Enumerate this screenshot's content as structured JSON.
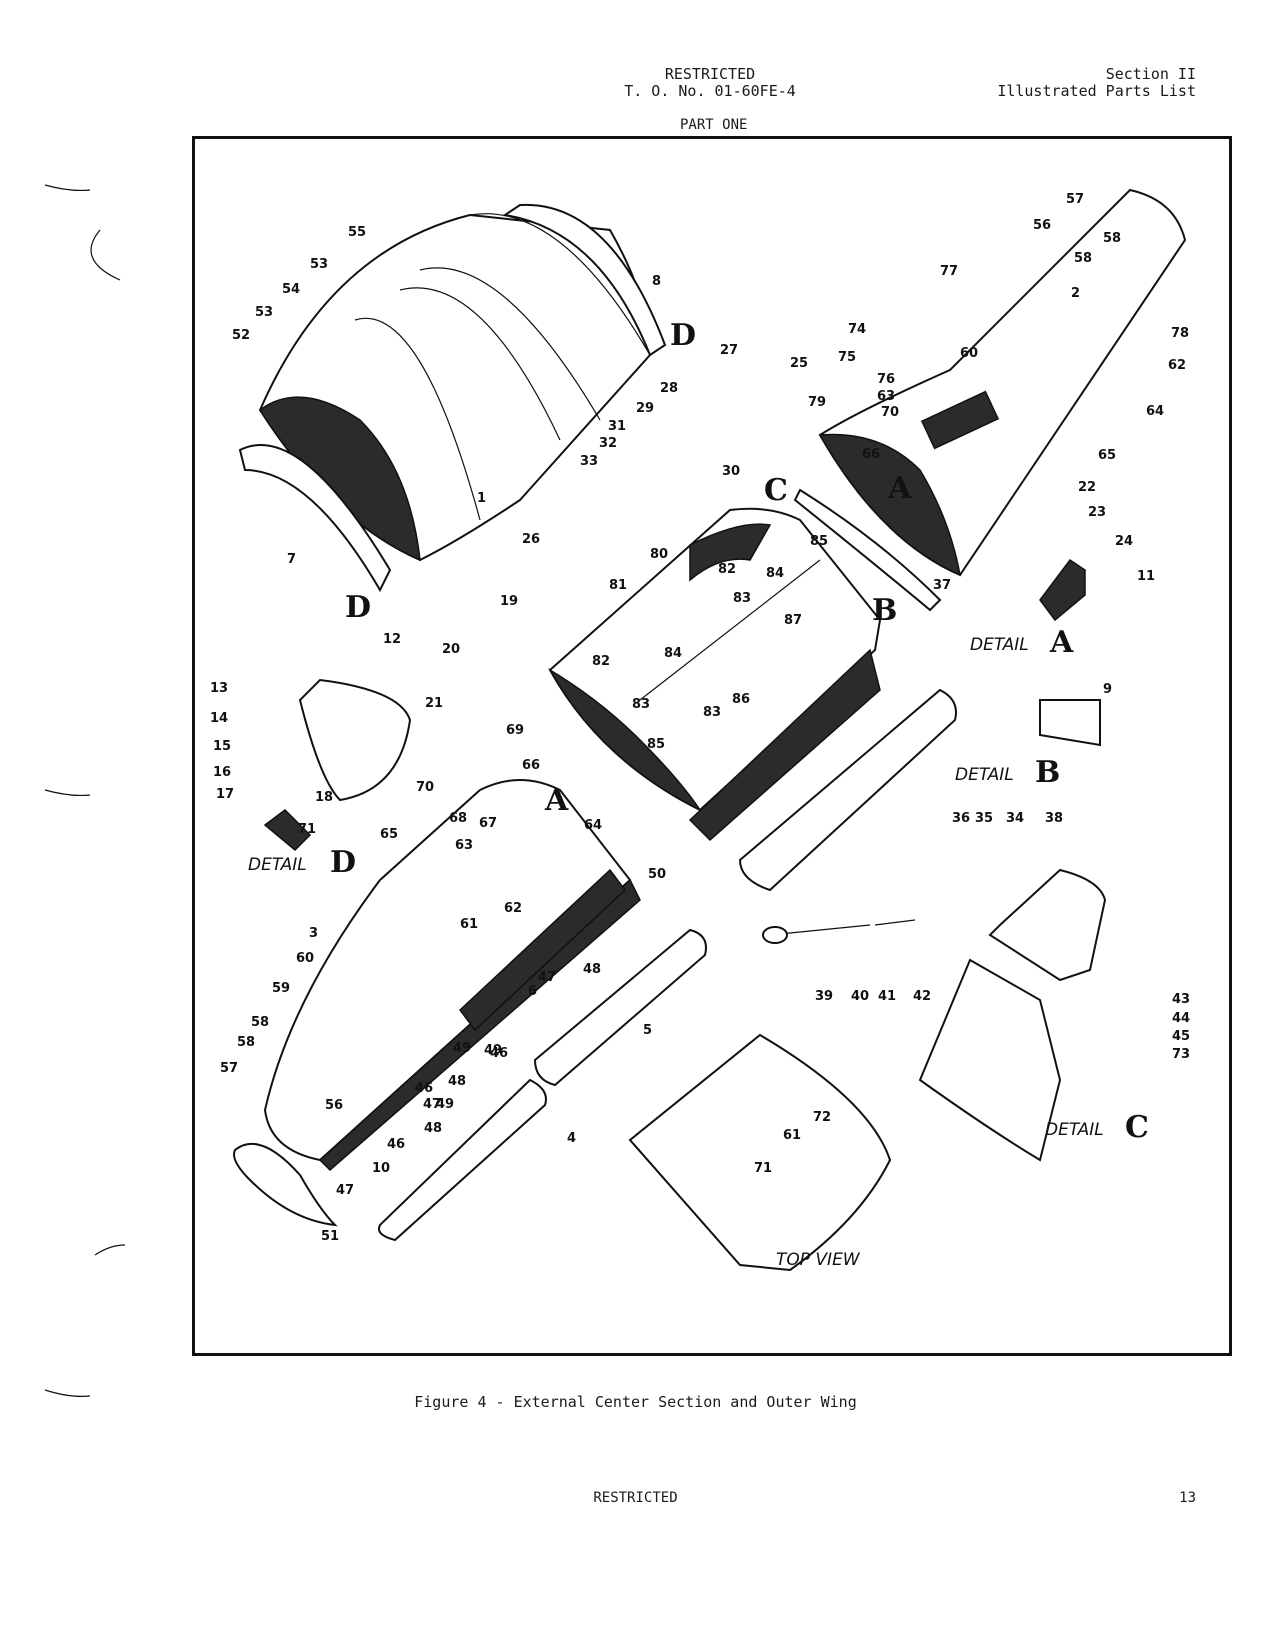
{
  "header": {
    "center_line1": "RESTRICTED",
    "center_line2": "T. O. No. 01-60FE-4",
    "right_line1": "Section II",
    "right_line2": "Illustrated Parts List",
    "part": "PART ONE"
  },
  "figure": {
    "caption": "Figure 4 - External Center Section and Outer Wing",
    "sections": {
      "A": "A",
      "B": "B",
      "C": "C",
      "D": "D"
    },
    "details": {
      "a": "DETAIL",
      "b": "DETAIL",
      "c": "DETAIL",
      "d": "DETAIL",
      "top_view": "TOP VIEW"
    },
    "callouts": [
      "55",
      "53",
      "54",
      "53",
      "52",
      "8",
      "7",
      "1",
      "D",
      "D",
      "27",
      "25",
      "28",
      "29",
      "31",
      "32",
      "33",
      "30",
      "C",
      "26",
      "80",
      "82",
      "83",
      "84",
      "81",
      "82",
      "84",
      "83",
      "85",
      "87",
      "86",
      "83",
      "85",
      "B",
      "1",
      "19",
      "20",
      "21",
      "12",
      "13",
      "14",
      "15",
      "16",
      "17",
      "18",
      "71",
      "70",
      "69",
      "68",
      "67",
      "66",
      "64",
      "63",
      "62",
      "61",
      "65",
      "3",
      "60",
      "59",
      "58",
      "58",
      "57",
      "56",
      "51",
      "49",
      "48",
      "47",
      "46",
      "4",
      "5",
      "6",
      "47",
      "48",
      "49",
      "46",
      "49",
      "48",
      "47",
      "46",
      "10",
      "50",
      "57",
      "56",
      "58",
      "58",
      "2",
      "77",
      "74",
      "78",
      "75",
      "60",
      "62",
      "76",
      "63",
      "64",
      "70",
      "79",
      "66",
      "65",
      "22",
      "23",
      "24",
      "11",
      "9",
      "37",
      "36",
      "35",
      "34",
      "38",
      "39",
      "40",
      "41",
      "42",
      "43",
      "44",
      "45",
      "73",
      "72",
      "61",
      "71"
    ]
  },
  "footer": {
    "restricted": "RESTRICTED",
    "page_number": "13"
  }
}
